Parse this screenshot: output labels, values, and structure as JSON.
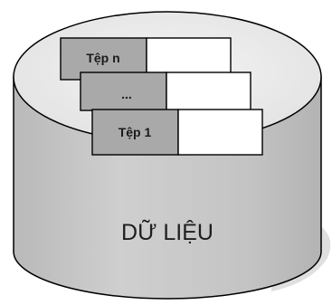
{
  "diagram": {
    "cylinder_label": "DỮ LIỆU",
    "files": [
      {
        "label": "Tệp n"
      },
      {
        "label": "..."
      },
      {
        "label": "Tệp 1"
      }
    ],
    "colors": {
      "body_fill": "#c8c8c8",
      "top_fill": "#eeeeee",
      "label_cell_fill": "#a9a9a9",
      "data_cell_fill": "#ffffff",
      "stroke": "#000000",
      "shadow": "#d6d6d6"
    }
  }
}
